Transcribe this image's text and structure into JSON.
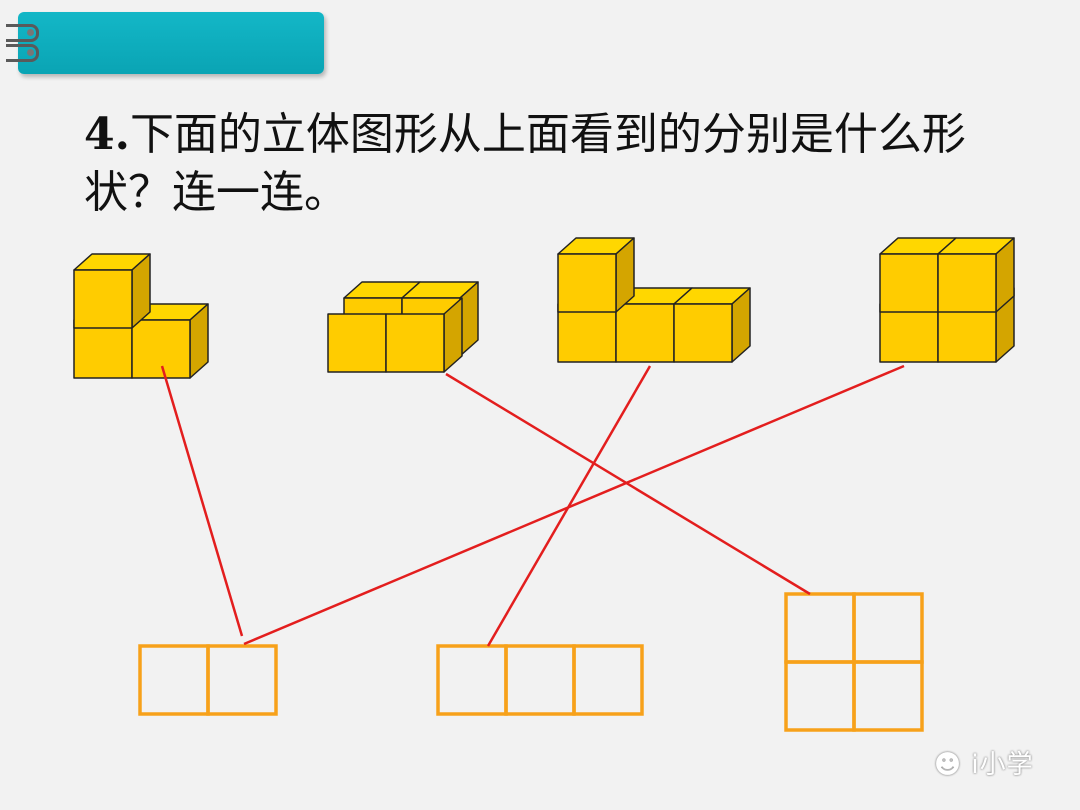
{
  "header": {
    "question_number": "4.",
    "question_text": "下面的立体图形从上面看到的分别是什么形状？连一连。"
  },
  "watermark": {
    "text": "i小学",
    "icon": "wechat-icon"
  },
  "colors": {
    "cube_front": "#ffcc00",
    "cube_top": "#ffd700",
    "cube_side": "#d4a500",
    "outline": "#222222",
    "top_view_grid": "#f7a11a",
    "link_line": "#e31e1e",
    "tab": "#0fb0c0"
  },
  "solids": [
    {
      "id": "solid-1",
      "description_icon": "l-shaped-cube-stack-icon"
    },
    {
      "id": "solid-2",
      "description_icon": "2x2-flat-cube-block-icon"
    },
    {
      "id": "solid-3",
      "description_icon": "stepped-three-cube-stack-icon"
    },
    {
      "id": "solid-4",
      "description_icon": "2x2-wall-cube-stack-icon"
    }
  ],
  "top_views": [
    {
      "id": "top-view-1x2",
      "cols": 2,
      "rows": 1
    },
    {
      "id": "top-view-1x3",
      "cols": 3,
      "rows": 1
    },
    {
      "id": "top-view-2x2",
      "cols": 2,
      "rows": 2
    }
  ],
  "connections": [
    {
      "from": "solid-1",
      "to": "top-view-1x2"
    },
    {
      "from": "solid-2",
      "to": "top-view-2x2"
    },
    {
      "from": "solid-3",
      "to": "top-view-1x3"
    },
    {
      "from": "solid-4",
      "to": "top-view-1x2"
    }
  ]
}
